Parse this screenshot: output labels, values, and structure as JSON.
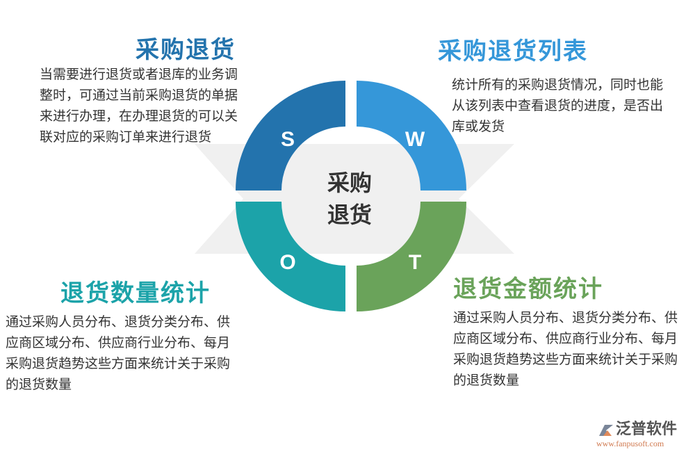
{
  "center": {
    "line1": "采购",
    "line2": "退货"
  },
  "quadrants": [
    {
      "letter": "S",
      "title": "采购退货",
      "color": "#2373ad",
      "text": "当需要进行退货或者退库的业务调整时，可通过当前采购退货的单据来进行办理，在办理退货的可以关联对应的采购订单来进行退货"
    },
    {
      "letter": "W",
      "title": "采购退货列表",
      "color": "#3597d9",
      "text": "统计所有的采购退货情况，同时也能从该列表中查看退货的进度，是否出库或发货"
    },
    {
      "letter": "O",
      "title": "退货数量统计",
      "color": "#1ca3a9",
      "text": "通过采购人员分布、退货分类分布、供应商区域分布、供应商行业分布、每月采购退货趋势这些方面来统计关于采购的退货数量"
    },
    {
      "letter": "T",
      "title": "退货金额统计",
      "color": "#6aa35a",
      "text": "通过采购人员分布、退货分类分布、供应商区域分布、供应商行业分布、每月采购退货趋势这些方面来统计关于采购的退货数量"
    }
  ],
  "logo": {
    "name": "泛普软件",
    "url": "www.fanpusoft.com"
  }
}
